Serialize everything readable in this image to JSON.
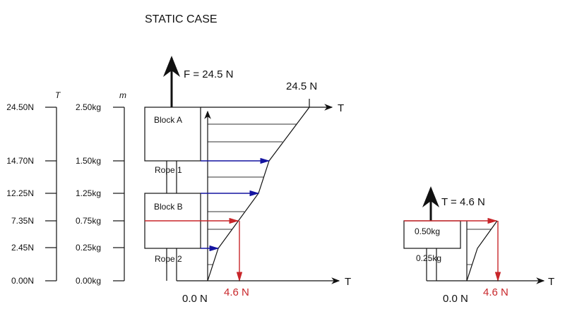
{
  "title": "STATIC CASE",
  "scale_T": {
    "label": "T",
    "ticks": [
      "24.50N",
      "14.70N",
      "12.25N",
      "7.35N",
      "2.45N",
      "0.00N"
    ]
  },
  "scale_m": {
    "label": "m",
    "ticks": [
      "2.50kg",
      "1.50kg",
      "1.25kg",
      "0.75kg",
      "0.25kg",
      "0.00kg"
    ]
  },
  "main": {
    "force_label": "F = 24.5 N",
    "top_value": "24.5 N",
    "axis_label": "T",
    "block_a": "Block A",
    "block_b": "Block B",
    "rope_1": "Rope 1",
    "rope_2": "Rope 2",
    "zero_label": "0.0 N",
    "result_label": "4.6 N"
  },
  "side": {
    "force_label": "T = 4.6 N",
    "mass_upper": "0.50kg",
    "mass_lower": "0.25kg",
    "zero_label": "0.0 N",
    "result_label": "4.6 N",
    "axis_label": "T"
  },
  "colors": {
    "highlight": "#c8262a",
    "arrows": "#1414a0"
  }
}
